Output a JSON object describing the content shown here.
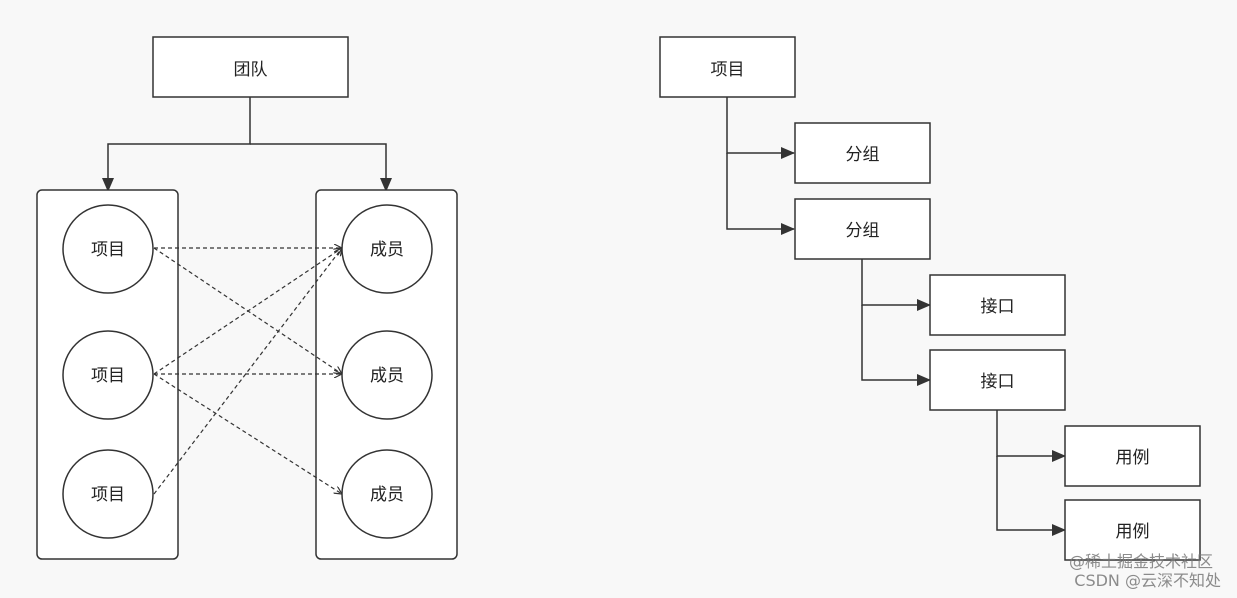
{
  "colors": {
    "background": "#f8f8f8",
    "box_fill": "#ffffff",
    "stroke": "#333333",
    "arrow": "#333333"
  },
  "left_diagram": {
    "team_label": "团队",
    "projects": [
      "项目",
      "项目",
      "项目"
    ],
    "members": [
      "成员",
      "成员",
      "成员"
    ]
  },
  "right_diagram": {
    "root_label": "项目",
    "group_labels": [
      "分组",
      "分组"
    ],
    "interface_labels": [
      "接口",
      "接口"
    ],
    "case_labels": [
      "用例",
      "用例"
    ]
  },
  "watermark": {
    "line1": "@稀土掘金技术社区",
    "line2": "CSDN @云深不知处"
  }
}
